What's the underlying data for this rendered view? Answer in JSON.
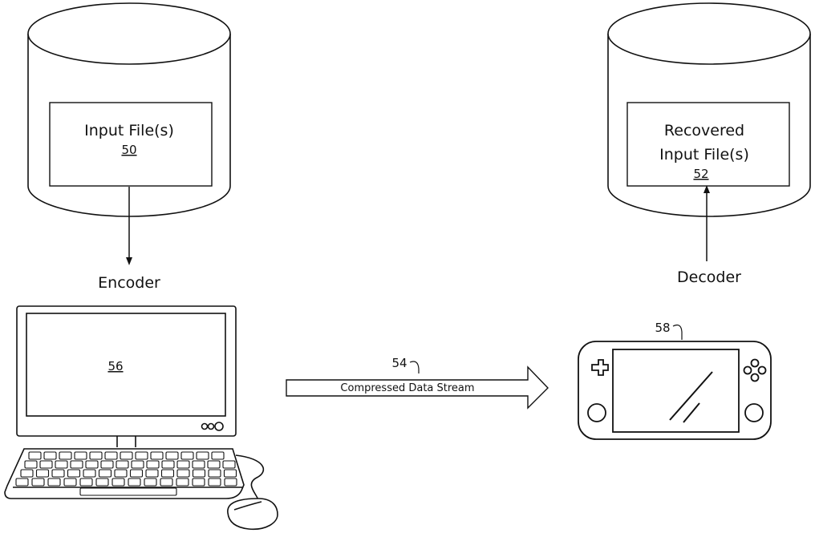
{
  "source_db": {
    "label": "Input File(s)",
    "ref": "50"
  },
  "target_db": {
    "label_line1": "Recovered",
    "label_line2": "Input File(s)",
    "ref": "52"
  },
  "encoder": {
    "label": "Encoder",
    "monitor_ref": "56"
  },
  "decoder": {
    "label": "Decoder",
    "device_ref": "58"
  },
  "stream": {
    "label": "Compressed Data Stream",
    "ref": "54"
  }
}
